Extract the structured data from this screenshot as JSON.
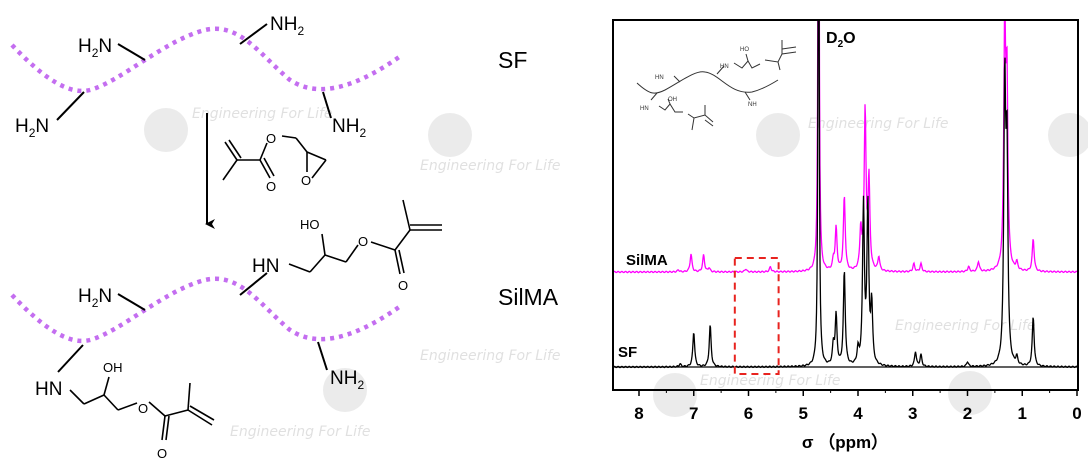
{
  "scheme": {
    "sf_label": "SF",
    "silma_label": "SilMA",
    "amine": {
      "pre": "H",
      "sub": "2",
      "post": "N"
    },
    "amine_right": {
      "pre": "NH",
      "sub": "2"
    },
    "hn": "HN",
    "ho": "HO",
    "oh": "OH",
    "o": "O",
    "chain_color": "#c46ef0"
  },
  "watermark": "Engineering For Life",
  "watermark_logo": "EF2",
  "chart_data": {
    "type": "line",
    "title": "",
    "xlabel": "σ （ppm）",
    "ylabel": "",
    "xlim": [
      8.5,
      0
    ],
    "xticks": [
      "8",
      "7",
      "6",
      "5",
      "4",
      "3",
      "2",
      "1",
      "0"
    ],
    "annotations": [
      {
        "text": "D",
        "sub": "2",
        "post": "O",
        "at_ppm": 4.72
      }
    ],
    "highlight_box_ppm": [
      6.25,
      5.45
    ],
    "highlight_color": "#e8231f",
    "series": [
      {
        "name": "SilMA",
        "color": "#ff00ff",
        "peaks": [
          [
            7.28,
            2
          ],
          [
            7.05,
            18
          ],
          [
            6.82,
            17
          ],
          [
            6.72,
            4
          ],
          [
            6.05,
            3
          ],
          [
            5.6,
            5
          ],
          [
            4.72,
            600
          ],
          [
            4.45,
            10
          ],
          [
            4.4,
            43
          ],
          [
            4.25,
            75
          ],
          [
            3.95,
            40
          ],
          [
            3.87,
            160
          ],
          [
            3.8,
            90
          ],
          [
            3.62,
            14
          ],
          [
            2.98,
            8
          ],
          [
            2.85,
            8
          ],
          [
            1.98,
            5
          ],
          [
            1.8,
            10
          ],
          [
            1.32,
            240
          ],
          [
            1.28,
            180
          ],
          [
            1.1,
            8
          ],
          [
            0.8,
            33
          ]
        ]
      },
      {
        "name": "SF",
        "color": "#000000",
        "peaks": [
          [
            7.25,
            3
          ],
          [
            7.0,
            35
          ],
          [
            6.7,
            42
          ],
          [
            4.72,
            600
          ],
          [
            4.45,
            20
          ],
          [
            4.4,
            50
          ],
          [
            4.25,
            95
          ],
          [
            4.0,
            15
          ],
          [
            3.9,
            160
          ],
          [
            3.82,
            160
          ],
          [
            3.75,
            60
          ],
          [
            2.95,
            15
          ],
          [
            2.85,
            12
          ],
          [
            2.0,
            5
          ],
          [
            1.32,
            275
          ],
          [
            1.28,
            205
          ],
          [
            1.1,
            8
          ],
          [
            0.8,
            50
          ]
        ]
      }
    ]
  }
}
